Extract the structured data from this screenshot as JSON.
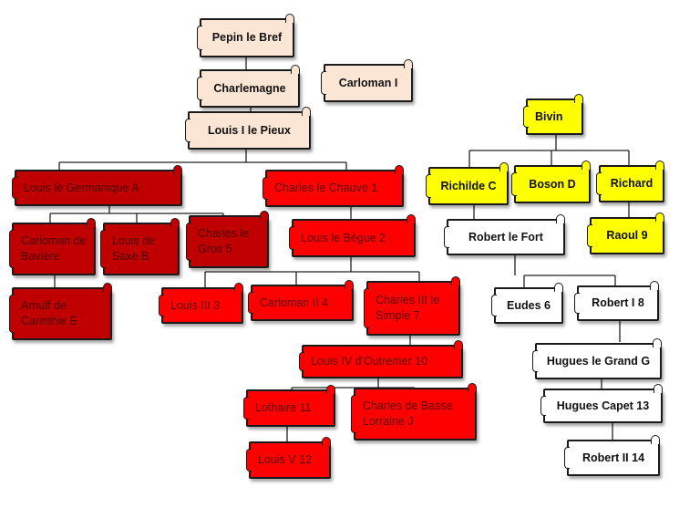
{
  "nodes": {
    "pepin": "Pepin le Bref",
    "charlemagne": "Charlemagne",
    "carloman1": "Carloman I",
    "louis1": "Louis I le Pieux",
    "louis_germanique": "Louis le Germanique  A",
    "charles_chauve": "Charles le Chauve 1",
    "carloman_baviere": "Carloman de Bavière",
    "louis_saxe": "Louis de Saxe  B",
    "charles_gros": "Charles le Gros  5",
    "arnulf": "Arnulf de Carinthie  E",
    "louis_begue": "Louis le Bègue 2",
    "louis3": "Louis III  3",
    "carloman2": "Carloman II  4",
    "charles_simple": "Charles III le Simple  7",
    "louis4": "Louis IV d'Outremer  10",
    "lothaire": "Lothaire  11",
    "charles_basse": "Charles de Basse Lorraine  J",
    "louis5": "Louis V  12",
    "bivin": "Bivin",
    "richilde": "Richilde  C",
    "boson": "Boson  D",
    "richard": "Richard",
    "raoul": "Raoul  9",
    "robert_fort": "Robert le Fort",
    "eudes": "Eudes 6",
    "robert1": "Robert I  8",
    "hugues_grand": "Hugues le Grand G",
    "hugues_capet": "Hugues Capet  13",
    "robert2": "Robert II  14"
  },
  "colors": {
    "carolingian_ancestors": "#fbe6d6",
    "east_branch": "#c00000",
    "west_branch": "#ff0000",
    "bosonids": "#ffff00",
    "robertians": "#ffffff"
  }
}
